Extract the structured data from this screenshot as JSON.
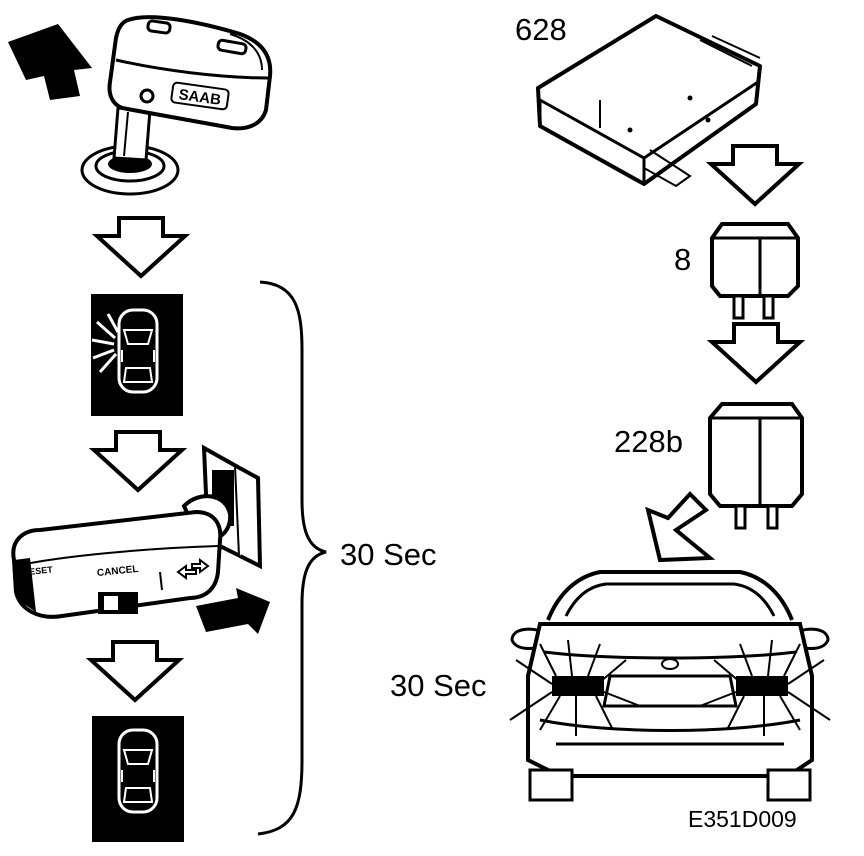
{
  "labels": {
    "ecu": "628",
    "relay_small": "8",
    "relay_large": "228b",
    "timer_bracket": "30 Sec",
    "headlights": "30 Sec",
    "figure_code": "E351D009"
  },
  "key_brand": "SAAB",
  "stalk_text": {
    "cancel": "CANCEL",
    "reset": "RESET"
  },
  "colors": {
    "ink": "#000000",
    "paper": "#ffffff"
  }
}
